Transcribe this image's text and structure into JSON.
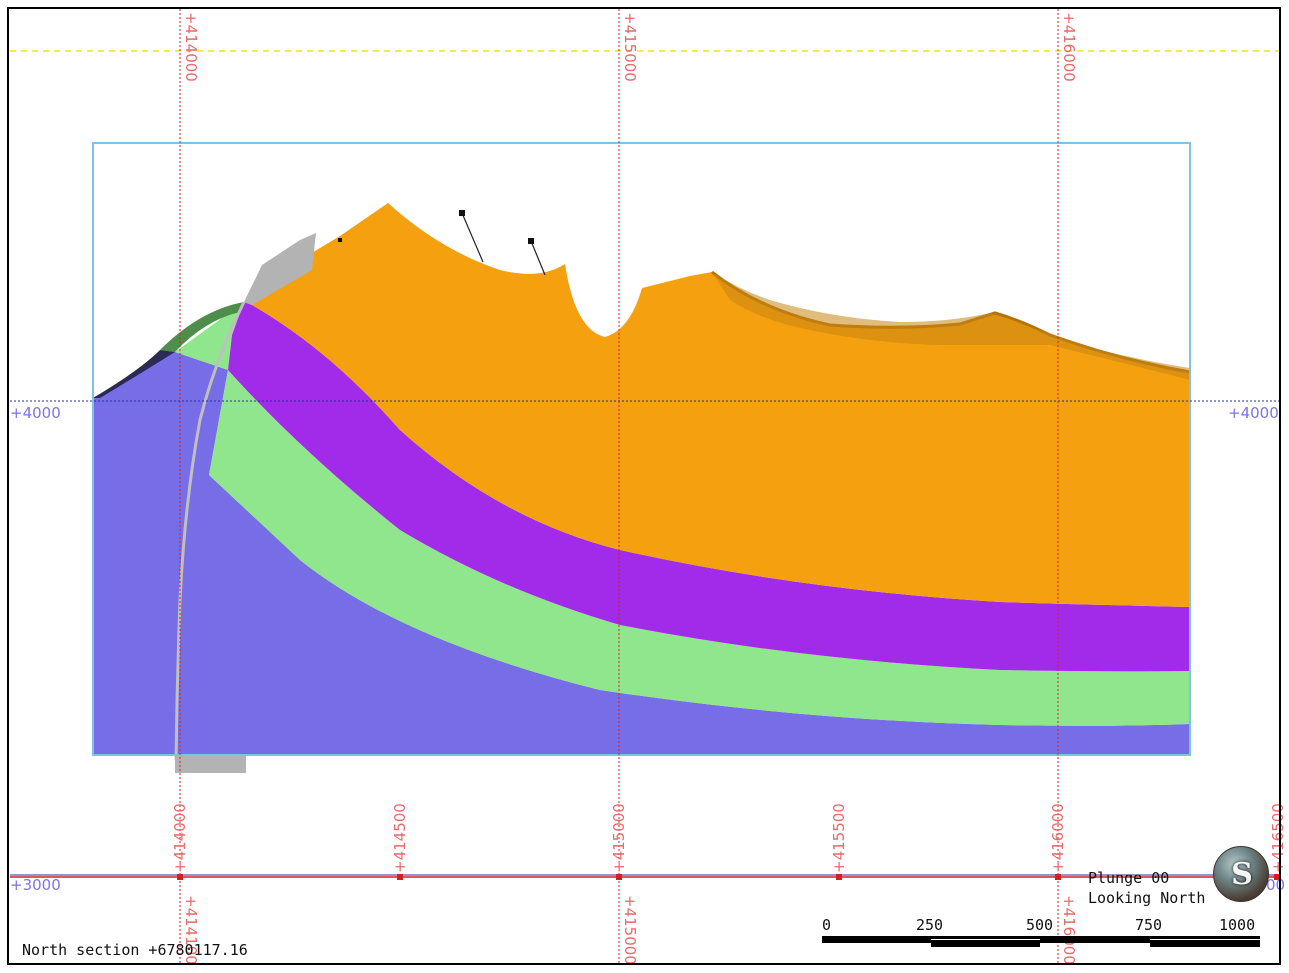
{
  "viewer": {
    "section_label": "North section +6780117.16",
    "plunge_label": "Plunge 00",
    "looking_label": "Looking North",
    "compass_letter": "S"
  },
  "grid": {
    "top_easting_labels": [
      "+414000",
      "+415000",
      "+416000"
    ],
    "bottom_easting_labels": [
      "+414000",
      "+414500",
      "+415000",
      "+415500",
      "+416000",
      "+416500"
    ],
    "bottom_edge_labels": [
      "+414100",
      "+415000",
      "+416000"
    ],
    "elevation_labels": {
      "left_4000": "+4000",
      "right_4000": "+4000",
      "left_3000": "+3000",
      "right_3000": "00"
    }
  },
  "scale_bar": {
    "ticks": [
      "0",
      "250",
      "500",
      "750",
      "1000"
    ]
  },
  "colors": {
    "orange_layer": "#f5a10f",
    "purple_layer": "#a12be8",
    "green_layer": "#90e68c",
    "blue_layer": "#776de6",
    "grid_red": "#d22020",
    "box_outline": "#7fc2e8",
    "reference_yellow": "#f0e21a"
  }
}
